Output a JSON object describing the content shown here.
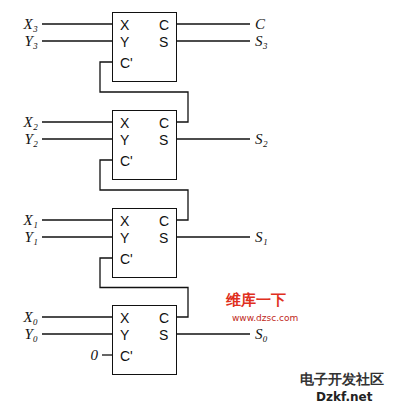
{
  "diagram": {
    "nodes": [
      {
        "text": [
          "X",
          "C",
          "Y",
          "S",
          "C'"
        ]
      },
      {
        "text": [
          "X",
          "C",
          "Y",
          "S",
          "C'"
        ]
      },
      {
        "text": [
          "X",
          "C",
          "Y",
          "S",
          "C'"
        ]
      },
      {
        "text": [
          "X",
          "C",
          "Y",
          "S",
          "C'"
        ]
      }
    ],
    "edges": [
      {
        "from": 3,
        "to": 2,
        "arrow": "none"
      },
      {
        "from": 2,
        "to": 1,
        "arrow": "none"
      },
      {
        "from": 1,
        "to": 0,
        "arrow": "none"
      }
    ],
    "labels": [
      "X₃",
      "Y₃",
      "C",
      "S₃",
      "X₂",
      "Y₂",
      "S₂",
      "X₁",
      "Y₁",
      "S₁",
      "X₀",
      "Y₀",
      "0",
      "S₀",
      "维库一下",
      "www.dzsc.com",
      "电子开发社区",
      "Dzkf.net"
    ]
  }
}
